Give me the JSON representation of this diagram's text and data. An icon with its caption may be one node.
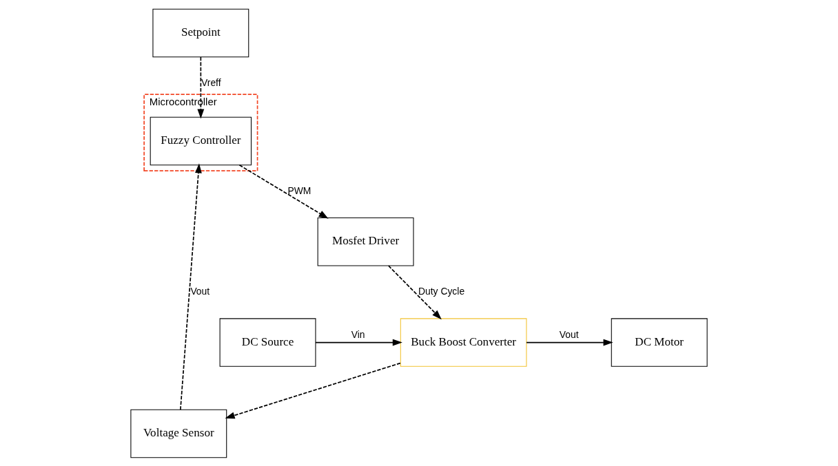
{
  "diagram": {
    "nodes": [
      {
        "text": [
          "DC Source"
        ]
      },
      {
        "text": [
          "Buck Boost Converter"
        ]
      },
      {
        "text": [
          "DC Motor"
        ]
      },
      {
        "text": [
          "Mosfet Driver"
        ]
      },
      {
        "text": [
          "Voltage Sensor"
        ]
      },
      {
        "text": [
          "Microcontroller"
        ]
      },
      {
        "text": [
          "Setpoint"
        ]
      },
      {
        "text": [
          "Fuzzy Controller"
        ],
        "in": 5
      }
    ],
    "edges": [
      {
        "from": 0,
        "to": 1,
        "arrow": "to",
        "label": "Vin"
      },
      {
        "from": 1,
        "to": 2,
        "arrow": "to",
        "label": "Vout"
      },
      {
        "from": 1,
        "to": 4,
        "arrow": "to",
        "style": "dashed"
      },
      {
        "from": 3,
        "to": 1,
        "arrow": "to",
        "style": "dashed",
        "label": "Duty Cycle"
      },
      {
        "from": 7,
        "to": 3,
        "arrow": "to",
        "style": "dashed",
        "label": "PWM"
      },
      {
        "from": 4,
        "to": 7,
        "arrow": "to",
        "style": "dashed",
        "label": "Vout"
      },
      {
        "from": 6,
        "to": 7,
        "arrow": "to",
        "style": "dashed",
        "label": "Vreff"
      }
    ]
  }
}
